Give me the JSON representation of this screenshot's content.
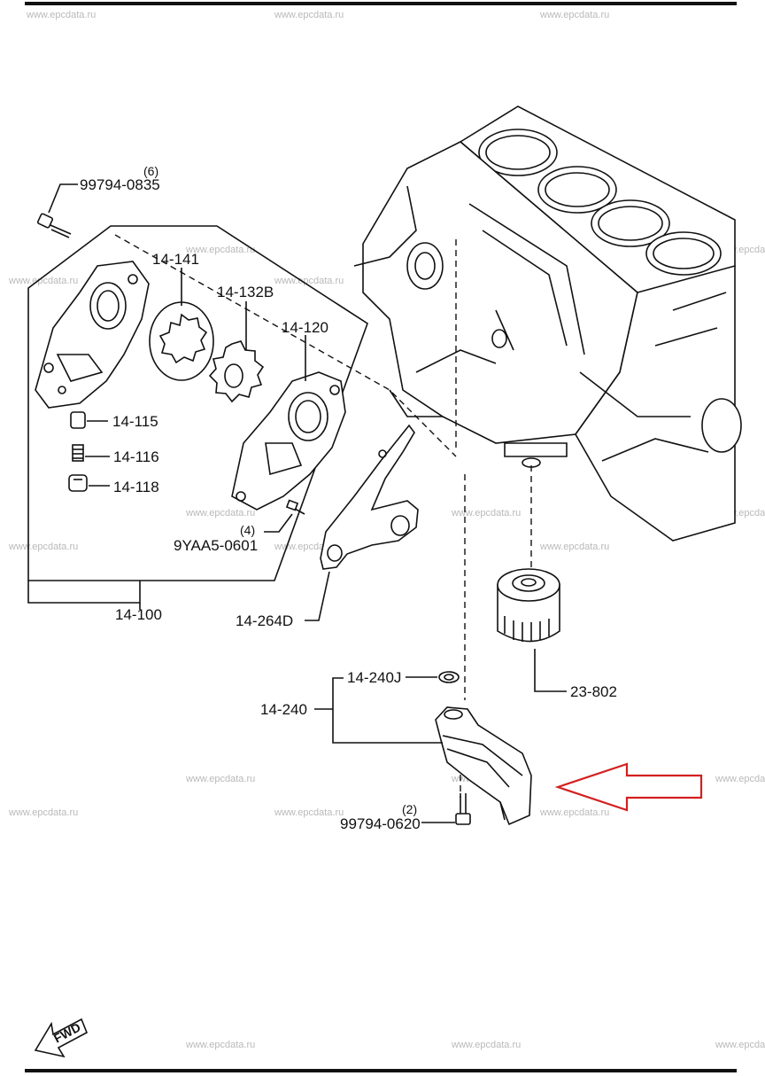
{
  "watermark": "www.epcdata.ru",
  "fwd_label": "FWD",
  "arrow_color": "#d32020",
  "line_color": "#111111",
  "parts": {
    "bolt_top": {
      "code": "99794-0835",
      "qty": "(6)"
    },
    "rotor_outer": {
      "code": "14-141"
    },
    "rotor_inner": {
      "code": "14-132B"
    },
    "pump_cover": {
      "code": "14-120"
    },
    "plunger": {
      "code": "14-115"
    },
    "spring": {
      "code": "14-116"
    },
    "plug": {
      "code": "14-118"
    },
    "screw": {
      "code": "9YAA5-0601",
      "qty": "(4)"
    },
    "pump_assy": {
      "code": "14-100"
    },
    "gasket": {
      "code": "14-264D"
    },
    "filter": {
      "code": "23-802"
    },
    "strainer_oring": {
      "code": "14-240J"
    },
    "strainer": {
      "code": "14-240"
    },
    "bolt_bottom": {
      "code": "99794-0620",
      "qty": "(2)"
    }
  }
}
